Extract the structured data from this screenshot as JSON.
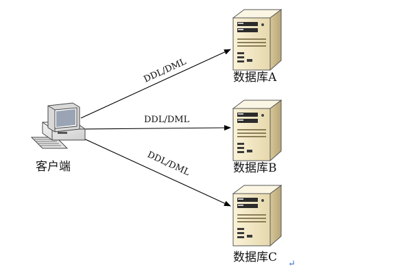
{
  "client": {
    "label": "客户端"
  },
  "databases": [
    {
      "label": "数据库A"
    },
    {
      "label": "数据库B"
    },
    {
      "label": "数据库C"
    }
  ],
  "edges": [
    {
      "label": "DDL/DML"
    },
    {
      "label": "DDL/DML"
    },
    {
      "label": "DDL/DML"
    }
  ],
  "paragraph_mark": "↵",
  "colors": {
    "server_body": "#efe4c0",
    "server_side": "#c9b98c",
    "server_top": "#fbf4dc",
    "line": "#000000"
  }
}
